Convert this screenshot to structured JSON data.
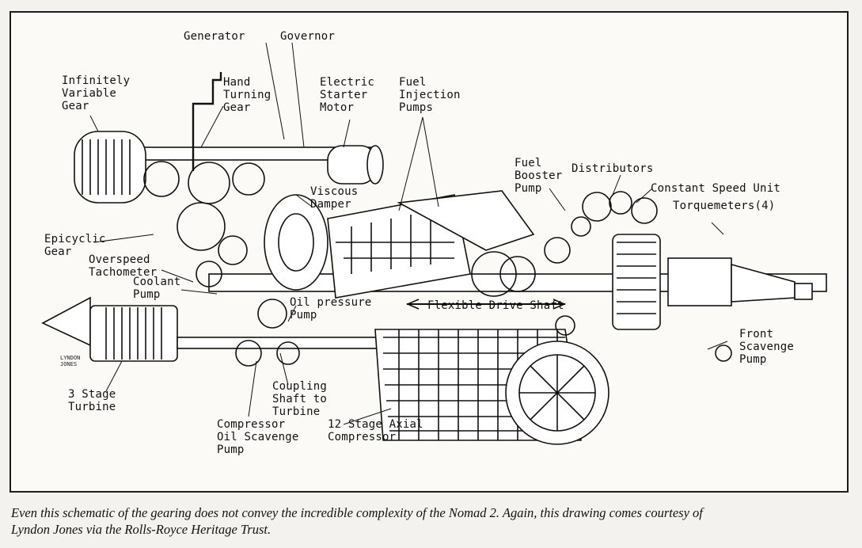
{
  "labels": {
    "generator": "Generator",
    "governor": "Governor",
    "hand_turning_gear": "Hand\nTurning\nGear",
    "infinitely_variable_gear": "Infinitely\nVariable\nGear",
    "electric_starter_motor": "Electric\nStarter\nMotor",
    "fuel_injection_pumps": "Fuel\nInjection\nPumps",
    "fuel_booster_pump": "Fuel\nBooster\nPump",
    "distributors": "Distributors",
    "constant_speed_unit": "Constant Speed Unit",
    "torquemeters": "Torquemeters(4)",
    "viscous_damper": "Viscous\nDamper",
    "epicyclic_gear": "Epicyclic\nGear",
    "overspeed_tachometer": "Overspeed\nTachometer",
    "coolant_pump": "Coolant\nPump",
    "oil_pressure_pump": "Oil pressure\nPump",
    "flexible_drive_shaft": "Flexible Drive Shaft",
    "front_scavenge_pump": "Front\nScavenge\nPump",
    "three_stage_turbine": "3 Stage\nTurbine",
    "coupling_shaft": "Coupling\nShaft to\nTurbine",
    "compressor_oil_scavenge_pump": "Compressor\nOil Scavenge\nPump",
    "axial_compressor": "12 Stage Axial\nCompressor"
  },
  "signature": "LYNDON\nJONES",
  "caption": {
    "line1": "Even this schematic of the gearing does not convey the incredible complexity of the Nomad 2. Again, this drawing comes courtesy of",
    "line2": "Lyndon Jones via the Rolls-Royce Heritage Trust."
  },
  "colors": {
    "ink": "#111111",
    "paper": "#fbfaf7",
    "background": "#f4f2ee"
  }
}
